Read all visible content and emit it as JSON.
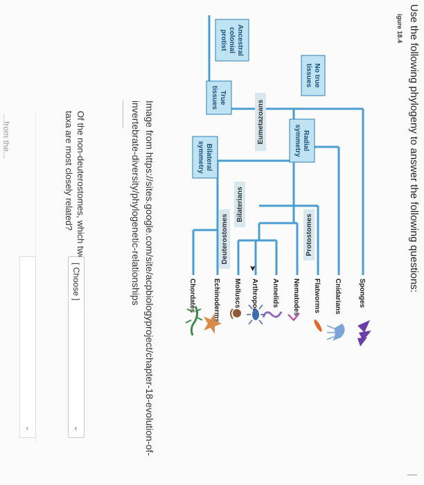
{
  "instruction": "Use the following phylogeny to answer the following questions:",
  "figure": {
    "caption_tag": "igure 18.4",
    "boxes": [
      {
        "id": "no-true-tissues",
        "lines": [
          "No true",
          "tissues"
        ]
      },
      {
        "id": "radial-symmetry",
        "lines": [
          "Radial",
          "symmetry"
        ]
      },
      {
        "id": "ancestral",
        "lines": [
          "Ancestral",
          "colonial",
          "protist"
        ]
      },
      {
        "id": "true-tissues",
        "lines": [
          "True",
          "tissues"
        ]
      },
      {
        "id": "bilateral-symmetry",
        "lines": [
          "Bilateral",
          "symmetry"
        ]
      }
    ],
    "clades": [
      "Eumetazoans",
      "Bilaterians",
      "Protostomes",
      "Deuterostomes"
    ],
    "taxa": [
      "Sponges",
      "Cnidarians",
      "Flatworms",
      "Nematodes",
      "Annelids",
      "Arthropods",
      "Molluscs",
      "Echinoderms",
      "Chordates"
    ],
    "colors": {
      "box_fill": "#bfe3f3",
      "box_stroke": "#2b7fb5",
      "clade_fill": "#d9e7ef",
      "line": "#4b9dd1",
      "trunk": "#2f79b4",
      "sponge": "#6a3ea8",
      "cnidarian": "#7ba3d8",
      "flatworm": "#e06a2a",
      "nematode": "#b85aa6",
      "annelid": "#8d6ac0",
      "arthropod": "#3f6bb0",
      "mollusc": "#8c5b3a",
      "echinoderm": "#d98a46",
      "chordate": "#3e8a50"
    },
    "icons": [
      "sponge-icon",
      "cnidarian-icon",
      "flatworm-icon",
      "nematode-icon",
      "annelid-icon",
      "arthropod-icon",
      "mollusc-icon",
      "echinoderm-icon",
      "chordate-icon"
    ]
  },
  "source": {
    "line1": "Image from https://sites.google.com/site/acpbiologyproject/chapter-18-evolution-of-",
    "line2": "invertebrate-diversity/phylogenetic-relationships"
  },
  "question": {
    "line1": "Of the non-deuterostomes, which two",
    "line2": "taxa are most closely related?",
    "select_label": "[ Choose ]"
  },
  "partial_text": "...from the..."
}
